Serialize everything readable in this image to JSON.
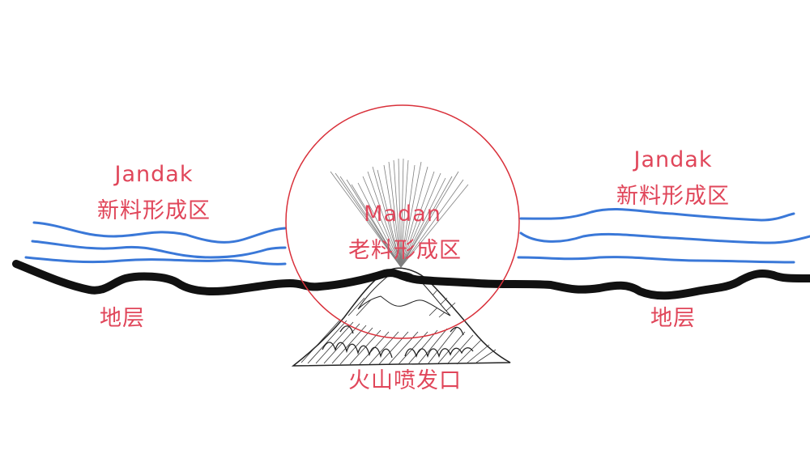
{
  "colors": {
    "label": "#e0465a",
    "water": "#3a78d8",
    "stratum": "#111111",
    "circle": "#d9303a",
    "volcano": "#222222"
  },
  "left_zone": {
    "name": "Jandak",
    "desc": "新料形成区"
  },
  "right_zone": {
    "name": "Jandak",
    "desc": "新料形成区"
  },
  "center_zone": {
    "name": "Madan",
    "desc": "老料形成区"
  },
  "stratum_left": "地层",
  "stratum_right": "地层",
  "vent": "火山喷发口",
  "icons": [
    "volcano-icon",
    "eruption-rays-icon"
  ]
}
